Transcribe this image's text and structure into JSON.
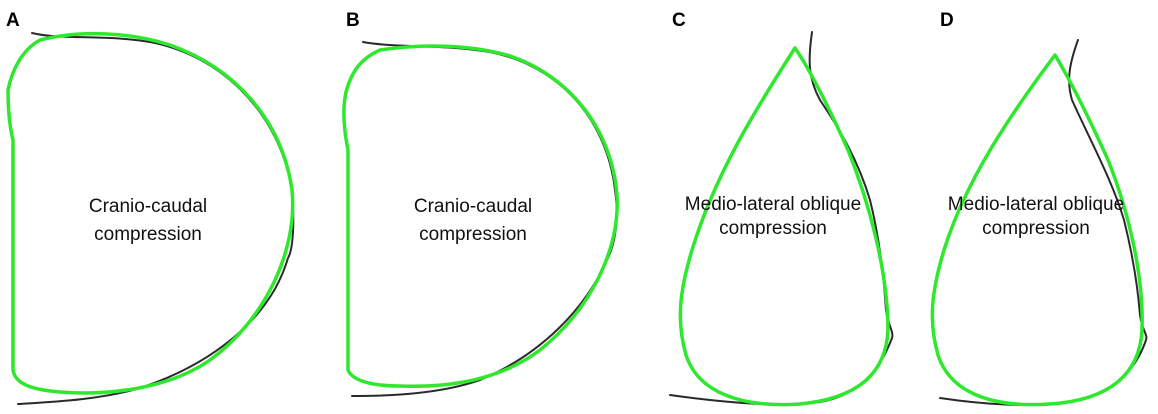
{
  "colors": {
    "simulated_outline": "#2ee82e",
    "reference_outline": "#2a2a2a"
  },
  "panels": [
    {
      "letter": "A",
      "label_lines": [
        "Cranio-caudal",
        "compression"
      ]
    },
    {
      "letter": "B",
      "label_lines": [
        "Cranio-caudal",
        "compression"
      ]
    },
    {
      "letter": "C",
      "label_lines": [
        "Medio-lateral oblique",
        "compression"
      ]
    },
    {
      "letter": "D",
      "label_lines": [
        "Medio-lateral oblique",
        "compression"
      ]
    }
  ]
}
